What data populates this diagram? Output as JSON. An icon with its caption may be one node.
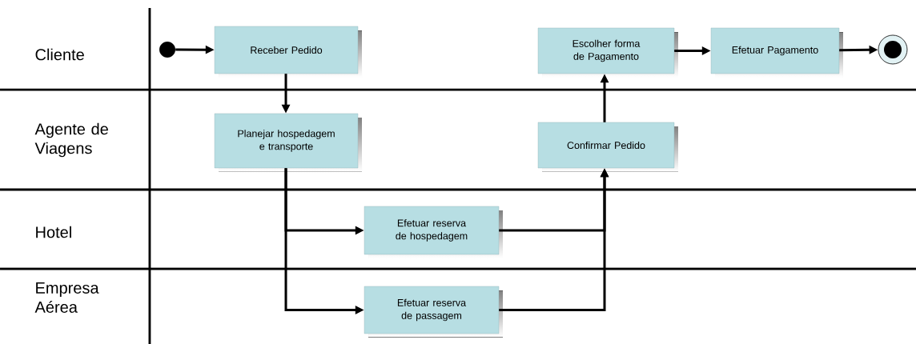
{
  "diagram": {
    "nodes": [
      {
        "text": [],
        "shape": "circle"
      },
      {
        "text": [
          "Receber Pedido"
        ]
      },
      {
        "text": [
          "Escolher forma de Pagamento"
        ]
      },
      {
        "text": [
          "Efetuar Pagamento"
        ]
      },
      {
        "text": [],
        "shape": "bullseye"
      },
      {
        "text": [
          "Planejar hospedagem e transporte"
        ]
      },
      {
        "text": [
          "Confirmar Pedido"
        ]
      },
      {
        "text": [
          "Efetuar reserva de hospedagem"
        ]
      },
      {
        "text": [
          "Efetuar reserva de passagem"
        ]
      }
    ],
    "edges": [
      {
        "from": 0,
        "to": 1,
        "arrow": "to"
      },
      {
        "from": 1,
        "to": 5,
        "arrow": "to"
      },
      {
        "from": 5,
        "to": 7,
        "arrow": "to"
      },
      {
        "from": 5,
        "to": 8,
        "arrow": "to"
      },
      {
        "from": 7,
        "to": 6,
        "arrow": "to"
      },
      {
        "from": 8,
        "to": 6,
        "arrow": "to"
      },
      {
        "from": 6,
        "to": 2,
        "arrow": "to"
      },
      {
        "from": 2,
        "to": 3,
        "arrow": "to"
      },
      {
        "from": 3,
        "to": 4,
        "arrow": "to"
      }
    ],
    "labels": [
      "Cliente",
      "Agente de Viagens",
      "Hotel",
      "Empresa Aérea"
    ]
  }
}
